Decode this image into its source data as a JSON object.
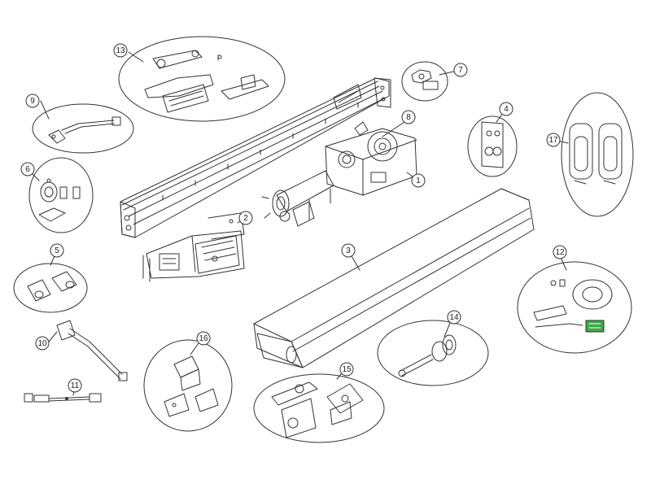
{
  "diagram": {
    "type": "exploded-parts-view",
    "line_color": "#333333",
    "accent_green": "#3aa845",
    "callouts": [
      {
        "id": "1",
        "part": "drive-unit"
      },
      {
        "id": "2",
        "part": "control-unit"
      },
      {
        "id": "3",
        "part": "cover"
      },
      {
        "id": "4",
        "part": "bracket-plate"
      },
      {
        "id": "5",
        "part": "end-caps"
      },
      {
        "id": "6",
        "part": "bearing-kit"
      },
      {
        "id": "7",
        "part": "bolt-and-nut"
      },
      {
        "id": "8",
        "part": "gear"
      },
      {
        "id": "9",
        "part": "sensor-cable"
      },
      {
        "id": "10",
        "part": "connector-cable"
      },
      {
        "id": "11",
        "part": "wire-harness"
      },
      {
        "id": "12",
        "part": "ring-and-pcb"
      },
      {
        "id": "13",
        "part": "arm-links"
      },
      {
        "id": "14",
        "part": "shaft-and-bearing"
      },
      {
        "id": "15",
        "part": "hinge-plates"
      },
      {
        "id": "16",
        "part": "clips"
      },
      {
        "id": "17",
        "part": "side-plates"
      }
    ]
  }
}
